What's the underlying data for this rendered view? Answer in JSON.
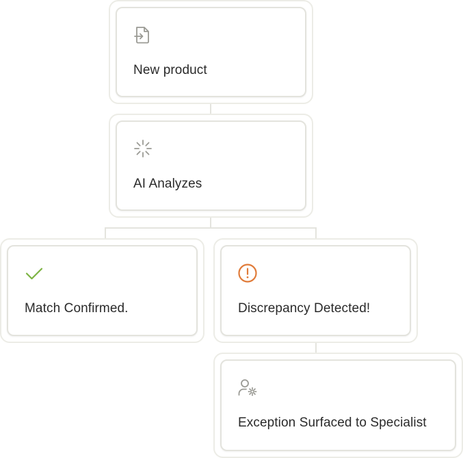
{
  "nodes": {
    "new_product": {
      "label": "New product",
      "icon": "file-import-icon"
    },
    "ai_analyzes": {
      "label": "AI Analyzes",
      "icon": "loader-icon"
    },
    "match_confirmed": {
      "label": "Match Confirmed.",
      "icon": "check-icon"
    },
    "discrepancy_detected": {
      "label": "Discrepancy Detected!",
      "icon": "alert-circle-icon"
    },
    "exception_surfaced": {
      "label": "Exception Surfaced to Specialist",
      "icon": "user-gear-icon"
    }
  },
  "colors": {
    "connector": "#e4e4de",
    "border_outer": "#ececE6",
    "border_inner": "#e3e3dd",
    "icon_neutral": "#9a9a94",
    "icon_success": "#7cb342",
    "icon_warning": "#e07b39",
    "text": "#2a2a2a"
  }
}
